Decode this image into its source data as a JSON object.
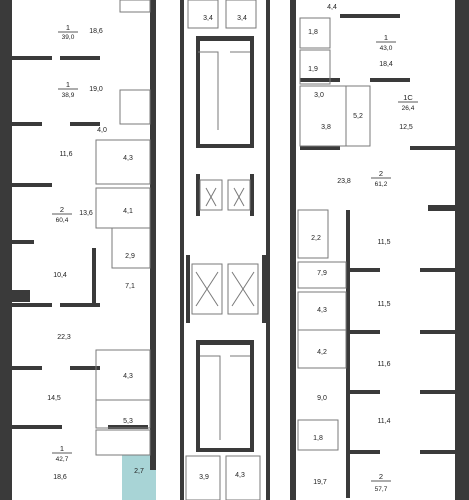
{
  "colors": {
    "wall": "#3a3a3a",
    "highlight": "#a8d4d6",
    "line": "#7a7a7a",
    "text": "#222222"
  },
  "apartments": [
    {
      "id": "left-1",
      "rooms": "1",
      "area": "39,0"
    },
    {
      "id": "left-2",
      "rooms": "1",
      "area": "38,9"
    },
    {
      "id": "left-3",
      "rooms": "2",
      "area": "60,4"
    },
    {
      "id": "left-4",
      "rooms": "1",
      "area": "42,7"
    },
    {
      "id": "right-1",
      "rooms": "1",
      "area": "43,0"
    },
    {
      "id": "right-2",
      "rooms": "1С",
      "area": "26,4"
    },
    {
      "id": "right-3",
      "rooms": "2",
      "area": "61,2"
    },
    {
      "id": "right-4",
      "rooms": "2",
      "area": "57,7"
    }
  ],
  "room_labels": [
    "18,6",
    "19,0",
    "4,0",
    "11,6",
    "4,3",
    "13,6",
    "4,1",
    "2,9",
    "10,4",
    "7,1",
    "22,3",
    "4,3",
    "14,5",
    "5,3",
    "18,6",
    "2,7",
    "3,4",
    "3,4",
    "3,9",
    "4,3",
    "4,4",
    "1,8",
    "18,4",
    "1,9",
    "3,0",
    "5,2",
    "3,8",
    "12,5",
    "23,8",
    "2,2",
    "11,5",
    "7,9",
    "11,5",
    "4,3",
    "4,2",
    "11,6",
    "9,0",
    "11,4",
    "1,8",
    "19,7"
  ]
}
